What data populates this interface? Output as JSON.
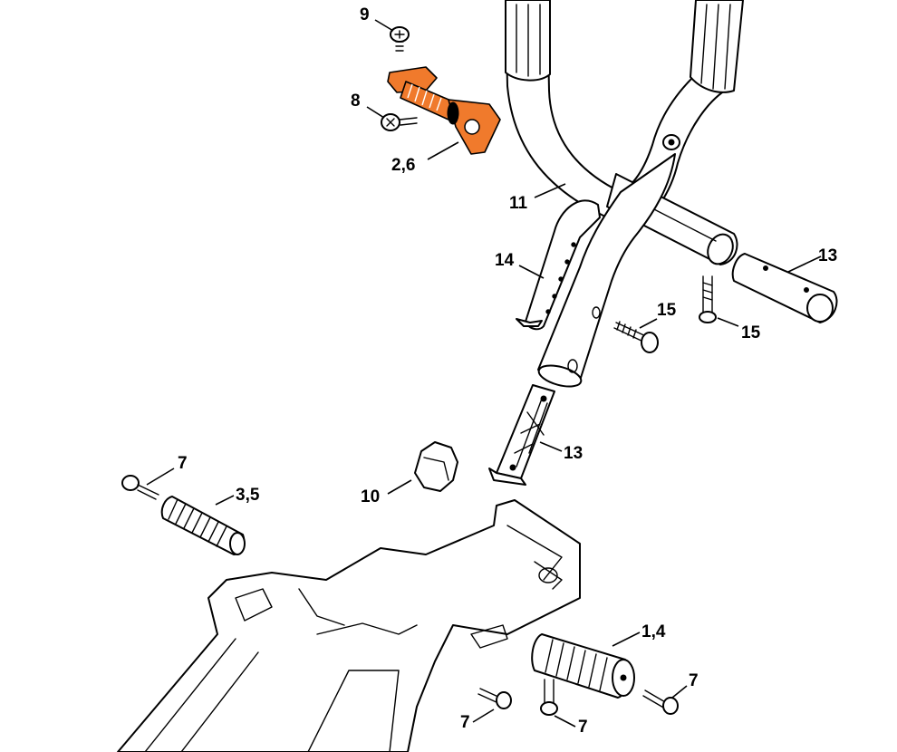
{
  "highlight_color": "#f07a2c",
  "labels": {
    "l9": "9",
    "l8": "8",
    "l26": "2,6",
    "l11": "11",
    "l13a": "13",
    "l14": "14",
    "l15a": "15",
    "l15b": "15",
    "l13b": "13",
    "l10": "10",
    "l7a": "7",
    "l35": "3,5",
    "l14b": "1,4",
    "l7b": "7",
    "l7c": "7",
    "l7d": "7"
  }
}
